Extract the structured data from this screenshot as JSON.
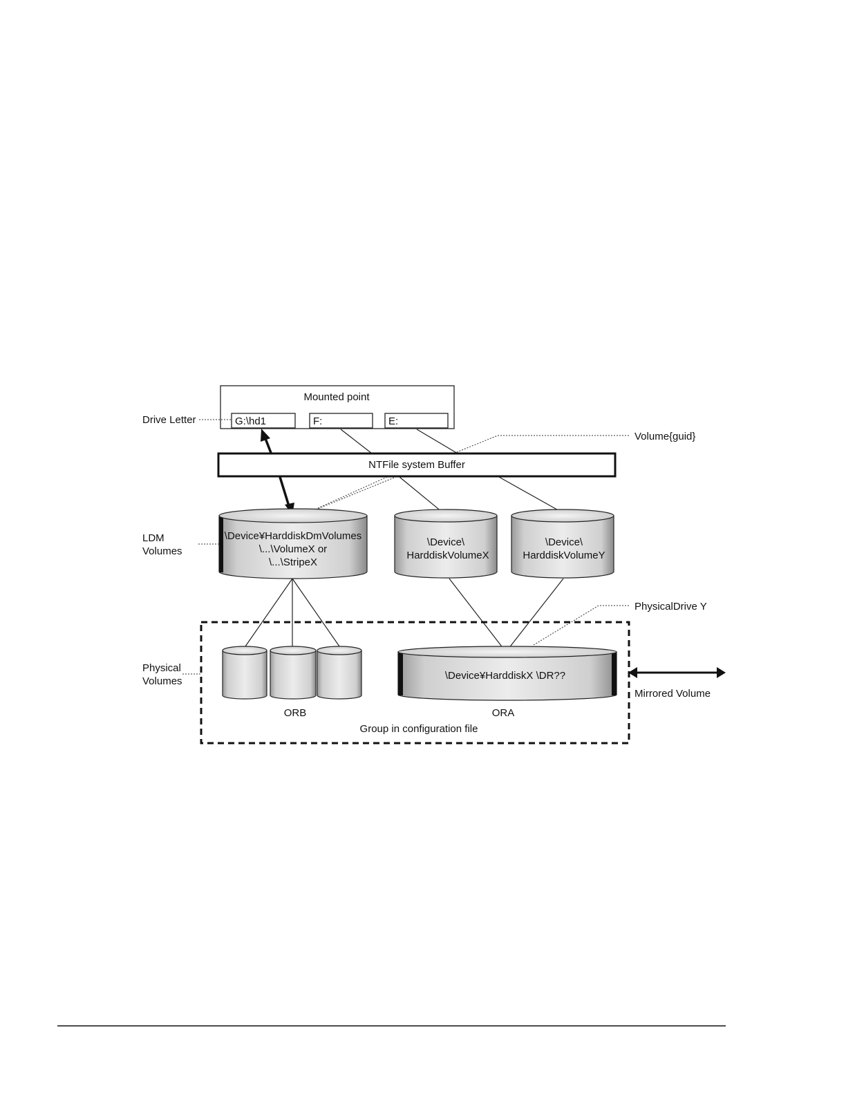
{
  "labels": {
    "mounted_point": "Mounted point",
    "drive_letter": "Drive Letter",
    "drive_g": "G:\\hd1",
    "drive_f": "F:",
    "drive_e": "E:",
    "volume_guid": "Volume{guid}",
    "buffer": "NTFile system Buffer",
    "ldm_volumes_line1": "LDM",
    "ldm_volumes_line2": "Volumes",
    "ldm_cyl_line1": "\\Device¥HarddiskDmVolumes",
    "ldm_cyl_line2": "\\...\\VolumeX or",
    "ldm_cyl_line3": "\\...\\StripeX",
    "hvx_line1": "\\Device\\",
    "hvx_line2": "HarddiskVolumeX",
    "hvy_line1": "\\Device\\",
    "hvy_line2": "HarddiskVolumeY",
    "physical_drive_y": "PhysicalDrive Y",
    "physical_volumes_line1": "Physical",
    "physical_volumes_line2": "Volumes",
    "ora_disk": "\\Device¥HarddiskX \\DR??",
    "mirrored_volume": "Mirrored Volume",
    "orb": "ORB",
    "ora": "ORA",
    "group": "Group in configuration file"
  }
}
